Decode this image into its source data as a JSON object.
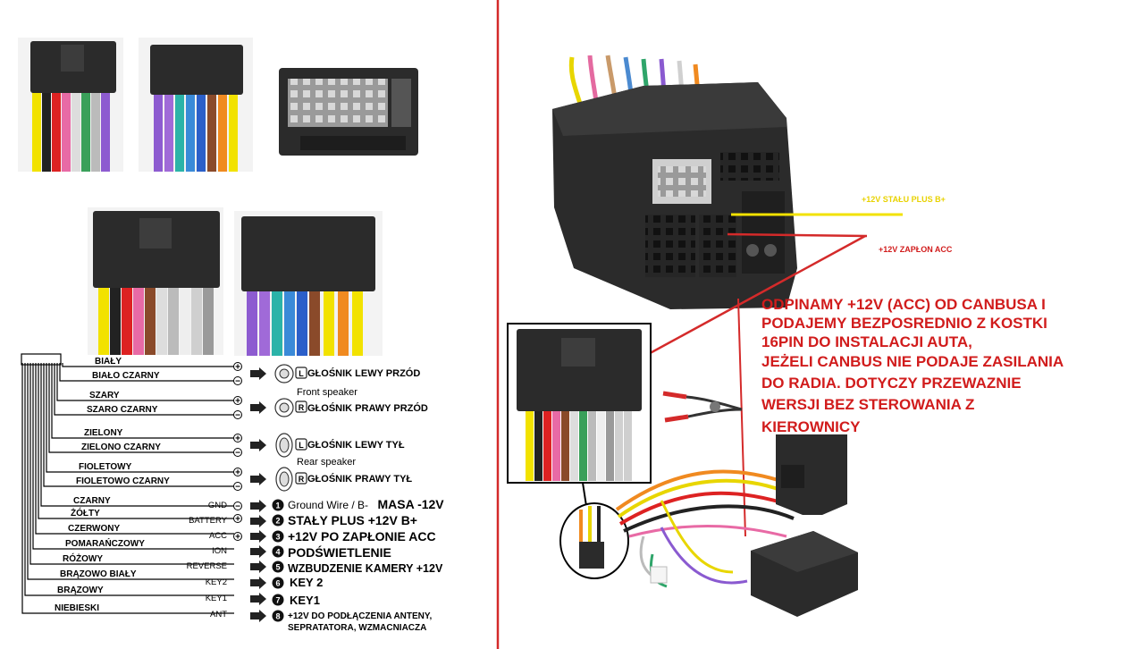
{
  "colors": {
    "red_line": "#d42a2a",
    "yellow_wire": "#f2e200",
    "connector_black": "#2b2b2b",
    "annotation_red": "#d11c1c"
  },
  "legend": {
    "wire_labels": [
      "BIAŁY",
      "BIAŁO CZARNY",
      "SZARY",
      "SZARO CZARNY",
      "ZIELONY",
      "ZIELONO CZARNY",
      "FIOLETOWY",
      "FIOLETOWO CZARNY",
      "CZARNY",
      "ŻÓŁTY",
      "CZERWONY",
      "POMARAŃCZOWY",
      "RÓŻOWY",
      "BRĄZOWO BIAŁY",
      "BRĄZOWY",
      "NIEBIESKI"
    ],
    "pin_codes": [
      "GND",
      "BATTERY",
      "ACC",
      "ION",
      "REVERSE",
      "KEY2",
      "KEY1",
      "ANT"
    ],
    "speakers": {
      "front_left": "GŁOŚNIK LEWY PRZÓD",
      "front_caption": "Front speaker",
      "front_right": "GŁOŚNIK PRAWY PRZÓD",
      "rear_left": "GŁOŚNIK LEWY  TYŁ",
      "rear_caption": "Rear speaker",
      "rear_right": "GŁOŚNIK PRAWY TYŁ",
      "letter_left": "L",
      "letter_right": "R"
    },
    "functions": {
      "f1_prefix": "Ground Wire / B-",
      "f1_main": "MASA -12V",
      "f2": "STAŁY PLUS +12V B+",
      "f3": "+12V PO ZAPŁONIE ACC",
      "f4": "PODŚWIETLENIE",
      "f5": "WZBUDZENIE KAMERY +12V",
      "f6": "KEY 2",
      "f7": "KEY1",
      "f8_line1": "+12V DO PODŁĄCZENIA ANTENY,",
      "f8_line2": "SEPRATATORA, WZMACNIACZA"
    },
    "numbers": [
      "1",
      "2",
      "3",
      "4",
      "5",
      "6",
      "7",
      "8"
    ]
  },
  "right_panel": {
    "label_b_plus": "+12V STAŁU PLUS B+",
    "label_acc": "+12V ZAPŁON ACC",
    "note_lines": [
      "ODPINAMY +12V (ACC) OD CANBUSA I",
      "PODAJEMY BEZPOSREDNIO Z KOSTKI",
      "16PIN DO INSTALACJI AUTA,",
      "JEŻELI CANBUS NIE PODAJE ZASILANIA",
      "DO RADIA. DOTYCZY PRZEWAZNIE",
      "WERSJI BEZ STEROWANIA Z",
      "KIEROWNICY"
    ]
  }
}
